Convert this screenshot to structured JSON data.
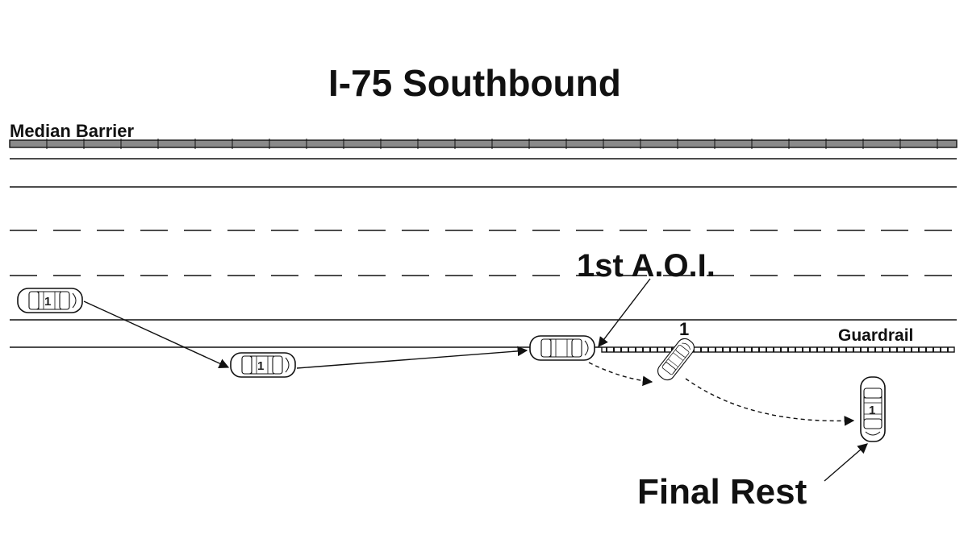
{
  "diagram": {
    "title": "I-75 Southbound",
    "labels": {
      "median_barrier": "Median Barrier",
      "guardrail": "Guardrail",
      "first_aoi": "1st A.O.I.",
      "final_rest": "Final Rest"
    },
    "vehicle_number": "1",
    "colors": {
      "lines": "#111111",
      "barrier_fill": "#8a8a8a",
      "background": "#ffffff"
    }
  }
}
